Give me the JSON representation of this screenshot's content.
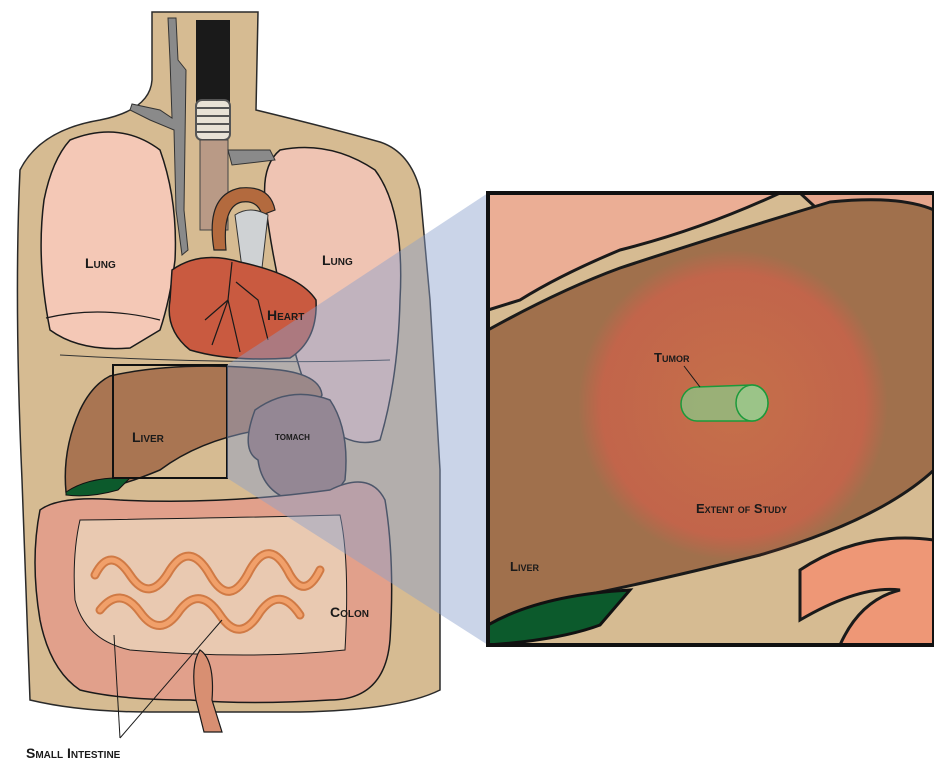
{
  "labels": {
    "lung_left": "Lung",
    "lung_right": "Lung",
    "heart": "Heart",
    "liver": "Liver",
    "stomach": "tomach",
    "colon": "Colon",
    "small_intestine": "Small Intestine"
  },
  "inset_labels": {
    "tumor": "Tumor",
    "extent": "Extent of Study",
    "liver": "Liver"
  }
}
